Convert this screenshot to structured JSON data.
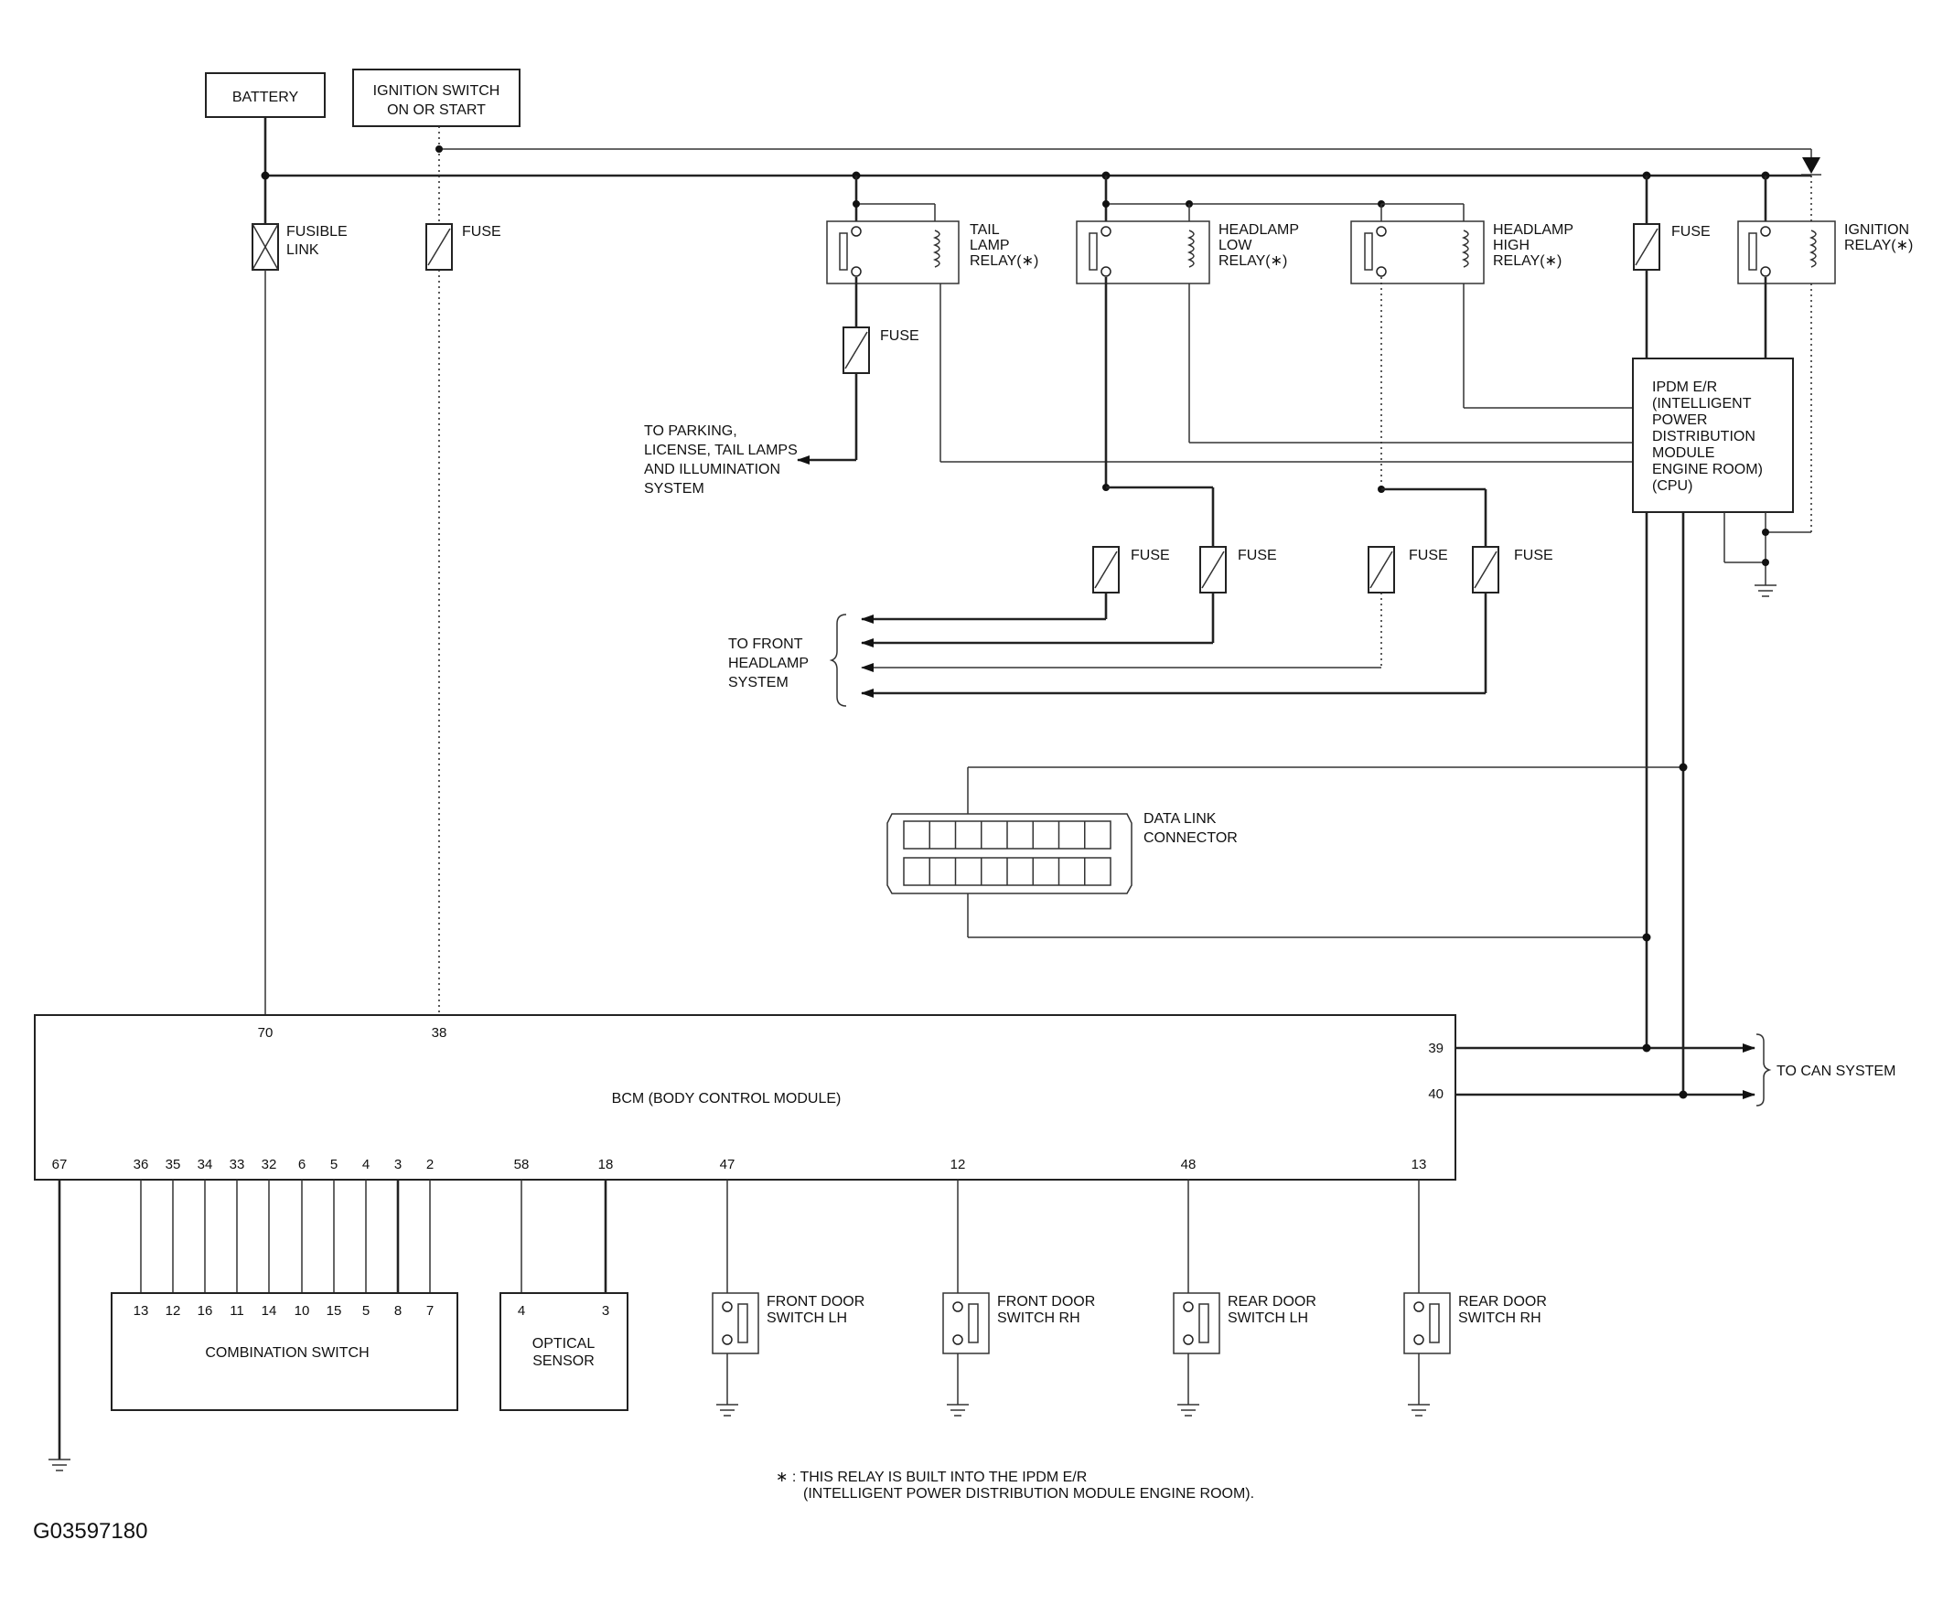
{
  "sources": {
    "battery": "BATTERY",
    "ignition_line1": "IGNITION SWITCH",
    "ignition_line2": "ON OR START"
  },
  "fuses": {
    "fusible_link_1": "FUSIBLE",
    "fusible_link_2": "LINK",
    "fuse": "FUSE"
  },
  "relays": {
    "tail": [
      "TAIL",
      "LAMP",
      "RELAY(∗)"
    ],
    "head_low": [
      "HEADLAMP",
      "LOW",
      "RELAY(∗)"
    ],
    "head_high": [
      "HEADLAMP",
      "HIGH",
      "RELAY(∗)"
    ],
    "ignition": [
      "IGNITION",
      "RELAY(∗)"
    ]
  },
  "ipdm": [
    "IPDM E/R",
    "(INTELLIGENT",
    "POWER",
    "DISTRIBUTION",
    "MODULE",
    "ENGINE ROOM)",
    "(CPU)"
  ],
  "outputs": {
    "parking": [
      "TO PARKING,",
      "LICENSE, TAIL LAMPS",
      "AND ILLUMINATION",
      "SYSTEM"
    ],
    "headlamp": [
      "TO FRONT",
      "HEADLAMP",
      "SYSTEM"
    ],
    "can": "TO CAN SYSTEM"
  },
  "data_link": [
    "DATA LINK",
    "CONNECTOR"
  ],
  "bcm": {
    "label": "BCM (BODY CONTROL MODULE)",
    "pins_top": [
      "70",
      "38"
    ],
    "pins_right": [
      "39",
      "40"
    ],
    "pins_bottom": [
      "67",
      "36",
      "35",
      "34",
      "33",
      "32",
      "6",
      "5",
      "4",
      "3",
      "2",
      "58",
      "18",
      "47",
      "12",
      "48",
      "13"
    ]
  },
  "combination_switch": {
    "label": "COMBINATION SWITCH",
    "pins": [
      "13",
      "12",
      "16",
      "11",
      "14",
      "10",
      "15",
      "5",
      "8",
      "7"
    ]
  },
  "optical_sensor": {
    "label": [
      "OPTICAL",
      "SENSOR"
    ],
    "pins": [
      "4",
      "3"
    ]
  },
  "door_switches": [
    [
      "FRONT DOOR",
      "SWITCH LH"
    ],
    [
      "FRONT DOOR",
      "SWITCH RH"
    ],
    [
      "REAR DOOR",
      "SWITCH LH"
    ],
    [
      "REAR DOOR",
      "SWITCH RH"
    ]
  ],
  "footnote": [
    "∗ : THIS RELAY IS BUILT INTO THE IPDM E/R",
    "(INTELLIGENT POWER DISTRIBUTION MODULE ENGINE ROOM)."
  ],
  "figure_id": "G03597180"
}
